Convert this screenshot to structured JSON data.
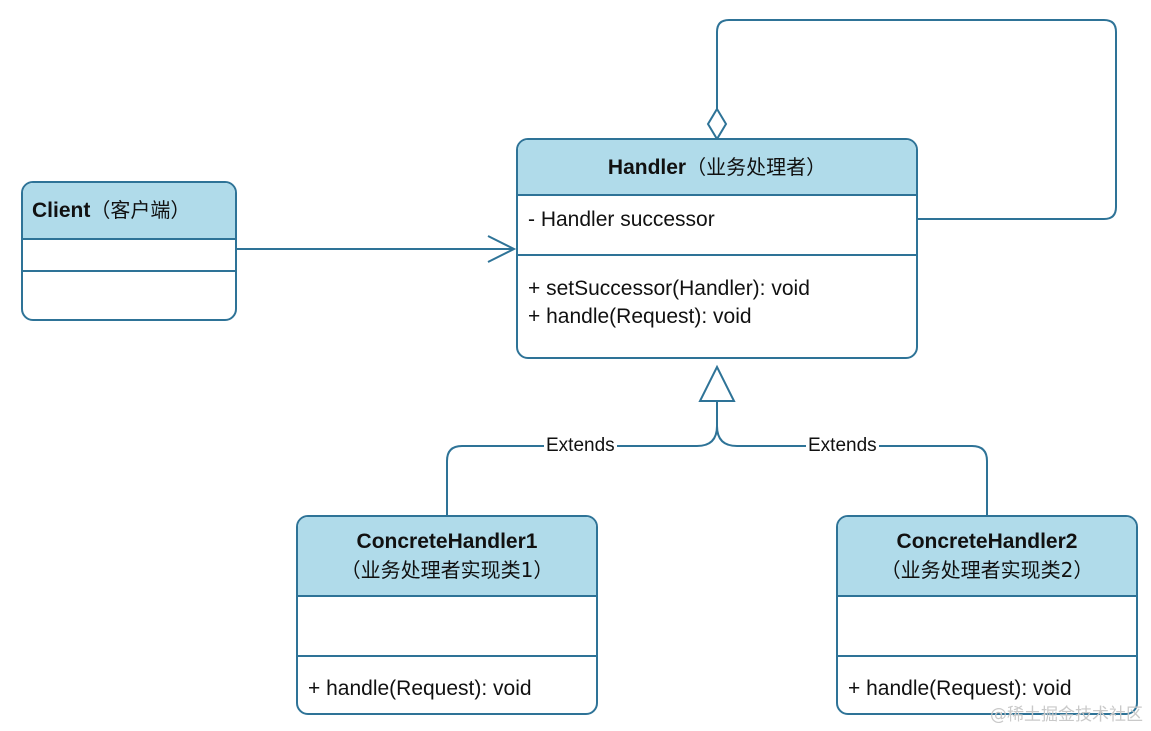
{
  "handler": {
    "name": "Handler",
    "subtitle": "（业务处理者）",
    "attribute": "- Handler successor",
    "methods": [
      "+ setSuccessor(Handler): void",
      "+ handle(Request): void"
    ]
  },
  "client": {
    "name": "Client",
    "subtitle": "（客户端）"
  },
  "concrete1": {
    "name": "ConcreteHandler1",
    "subtitle": "（业务处理者实现类1）",
    "method": "+ handle(Request): void"
  },
  "concrete2": {
    "name": "ConcreteHandler2",
    "subtitle": "（业务处理者实现类2）",
    "method": "+ handle(Request): void"
  },
  "edges": {
    "extends_left": "Extends",
    "extends_right": "Extends"
  },
  "watermark": "@稀土掘金技术社区",
  "colors": {
    "stroke": "#2e7397",
    "header_fill": "#b0dbea"
  }
}
